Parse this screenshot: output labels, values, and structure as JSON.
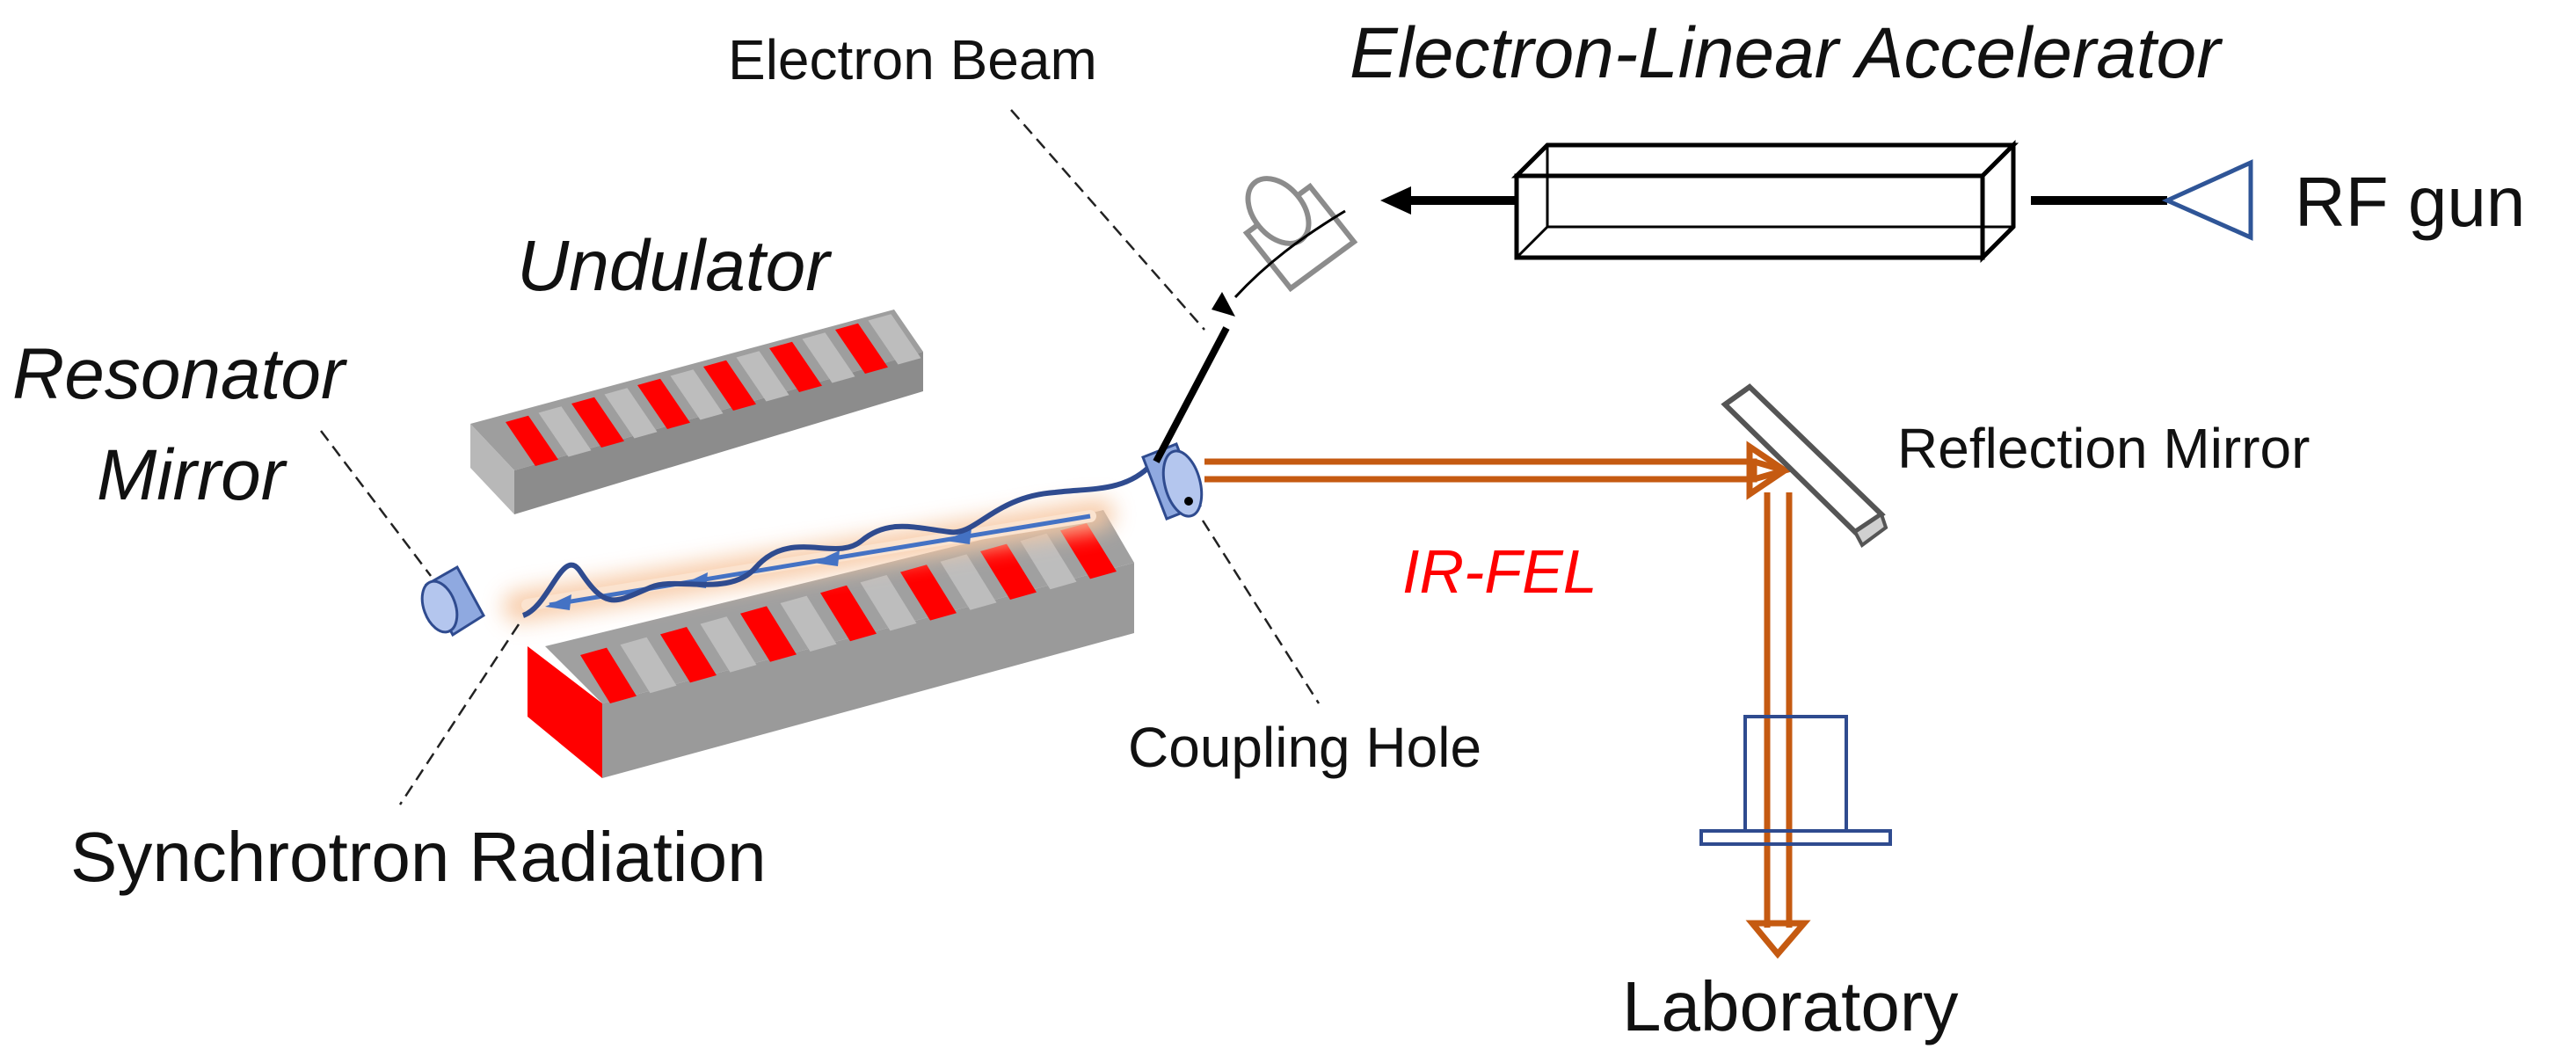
{
  "diagram": {
    "title": "Electron-Linear Accelerator",
    "labels": {
      "electron_beam": "Electron  Beam",
      "rf_gun": "RF gun",
      "undulator": "Undulator",
      "resonator_mirror_line1": "Resonator",
      "resonator_mirror_line2": "Mirror",
      "reflection_mirror": "Reflection Mirror",
      "ir_fel": "IR-FEL",
      "coupling_hole": "Coupling Hole",
      "synchrotron_radiation": "Synchrotron  Radiation",
      "laboratory": "Laboratory"
    },
    "colors": {
      "magnet_red": "#ff0000",
      "magnet_gray": "#bdbdbd",
      "beam_orange": "#c55a11",
      "mirror_blue": "#8fa9e0",
      "wiggle_blue": "#2f4b8f",
      "arrow_blue": "#4472c4",
      "glow_orange": "#f7c9a4",
      "fel_label": "#ff0000"
    }
  }
}
